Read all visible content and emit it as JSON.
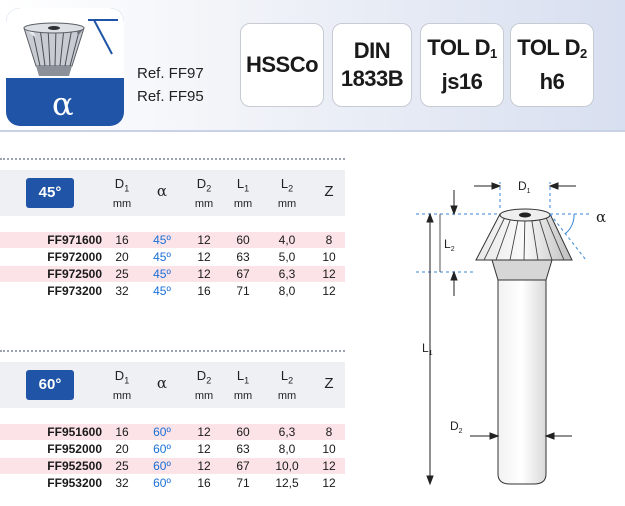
{
  "header": {
    "alpha_symbol": "α",
    "refs": [
      "Ref. FF97",
      "Ref. FF95"
    ],
    "badges": [
      {
        "lines": [
          "HSSCo"
        ]
      },
      {
        "lines": [
          "DIN",
          "1833B"
        ]
      },
      {
        "lines": [
          "TOL D",
          "js16"
        ],
        "sub": "1"
      },
      {
        "lines": [
          "TOL D",
          "h6"
        ],
        "sub": "2"
      }
    ]
  },
  "columns": {
    "d1": "D",
    "d1_sub": "1",
    "alpha": "α",
    "d2": "D",
    "d2_sub": "2",
    "l1": "L",
    "l1_sub": "1",
    "l2": "L",
    "l2_sub": "2",
    "z": "Z",
    "unit": "mm"
  },
  "tables": [
    {
      "angle": "45°",
      "rows": [
        {
          "ref": "FF971600",
          "d1": "16",
          "alpha": "45º",
          "d2": "12",
          "l1": "60",
          "l2": "4,0",
          "z": "8"
        },
        {
          "ref": "FF972000",
          "d1": "20",
          "alpha": "45º",
          "d2": "12",
          "l1": "63",
          "l2": "5,0",
          "z": "10"
        },
        {
          "ref": "FF972500",
          "d1": "25",
          "alpha": "45º",
          "d2": "12",
          "l1": "67",
          "l2": "6,3",
          "z": "12"
        },
        {
          "ref": "FF973200",
          "d1": "32",
          "alpha": "45º",
          "d2": "16",
          "l1": "71",
          "l2": "8,0",
          "z": "12"
        }
      ]
    },
    {
      "angle": "60°",
      "rows": [
        {
          "ref": "FF951600",
          "d1": "16",
          "alpha": "60º",
          "d2": "12",
          "l1": "60",
          "l2": "6,3",
          "z": "8"
        },
        {
          "ref": "FF952000",
          "d1": "20",
          "alpha": "60º",
          "d2": "12",
          "l1": "63",
          "l2": "8,0",
          "z": "10"
        },
        {
          "ref": "FF952500",
          "d1": "25",
          "alpha": "60º",
          "d2": "12",
          "l1": "67",
          "l2": "10,0",
          "z": "12"
        },
        {
          "ref": "FF953200",
          "d1": "32",
          "alpha": "60º",
          "d2": "16",
          "l1": "71",
          "l2": "12,5",
          "z": "12"
        }
      ]
    }
  ],
  "diagram": {
    "d1": "D",
    "d1_sub": "1",
    "alpha": "α",
    "l2": "L",
    "l2_sub": "2",
    "l1": "L",
    "l1_sub": "1",
    "d2": "D",
    "d2_sub": "2"
  },
  "colors": {
    "brand_blue": "#1f54a6",
    "row_pink": "#fbe3e7",
    "alpha_value_blue": "#1a6fd6",
    "dimension_blue": "#3a86d8"
  }
}
